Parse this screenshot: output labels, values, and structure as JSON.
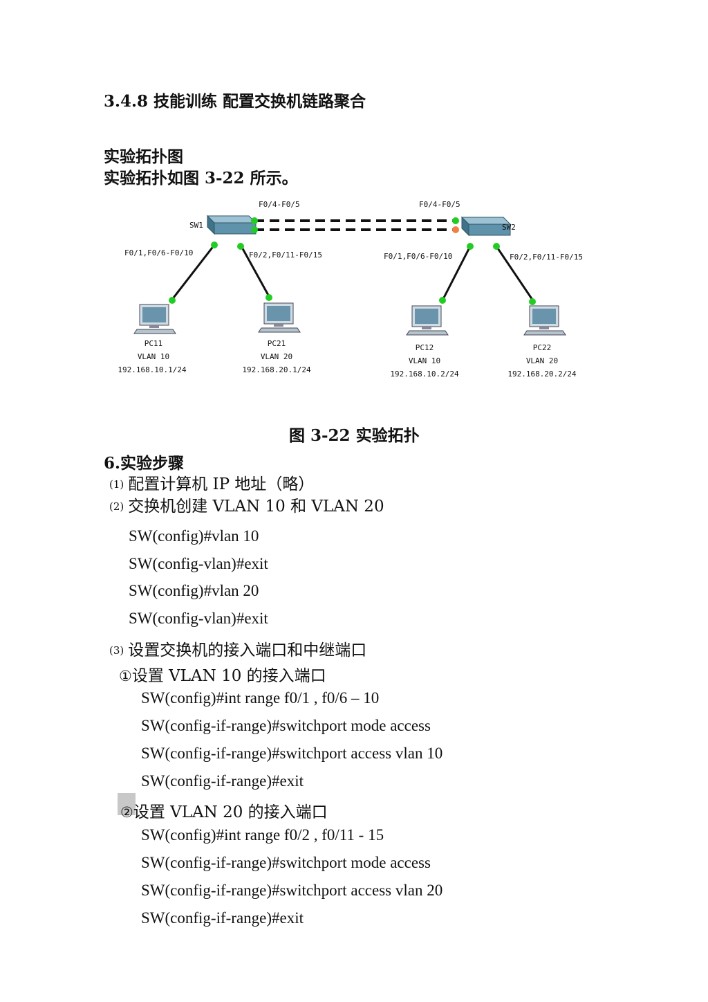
{
  "section_title": "3.4.8 技能训练 配置交换机链路聚合",
  "topology_heading": "实验拓扑图",
  "topology_intro": "实验拓扑如图 3-22 所示。",
  "diagram": {
    "sw1": {
      "name": "SW1",
      "trunk_ports": "F0/4-F0/5",
      "left_ports": "F0/1,F0/6-F0/10",
      "right_ports": "F0/2,F0/11-F0/15"
    },
    "sw2": {
      "name": "SW2",
      "trunk_ports": "F0/4-F0/5",
      "left_ports": "F0/1,F0/6-F0/10",
      "right_ports": "F0/2,F0/11-F0/15"
    },
    "pcs": [
      {
        "name": "PC11",
        "vlan": "VLAN 10",
        "ip": "192.168.10.1/24"
      },
      {
        "name": "PC21",
        "vlan": "VLAN 20",
        "ip": "192.168.20.1/24"
      },
      {
        "name": "PC12",
        "vlan": "VLAN 10",
        "ip": "192.168.10.2/24"
      },
      {
        "name": "PC22",
        "vlan": "VLAN 20",
        "ip": "192.168.20.2/24"
      }
    ],
    "colors": {
      "link_up": "#22cc22",
      "link_blocked": "#f08040",
      "switch": "#6fa0b8",
      "cable": "#111111"
    }
  },
  "figure_caption": "图 3-22 实验拓扑",
  "steps_heading": "6.实验步骤",
  "steps": [
    {
      "num": "(1)",
      "text": "配置计算机 IP 地址（略）"
    },
    {
      "num": "(2)",
      "text": "交换机创建 VLAN 10 和 VLAN 20"
    },
    {
      "num": "(3)",
      "text": "设置交换机的接入端口和中继端口"
    }
  ],
  "vlan_commands": [
    "SW(config)#vlan 10",
    "SW(config-vlan)#exit",
    "SW(config)#vlan 20",
    "SW(config-vlan)#exit"
  ],
  "sub1": {
    "marker": "①",
    "text": "设置 VLAN 10 的接入端口"
  },
  "sub1_commands": [
    "SW(config)#int range f0/1 , f0/6 – 10",
    "SW(config-if-range)#switchport mode access",
    "SW(config-if-range)#switchport access vlan 10",
    "SW(config-if-range)#exit"
  ],
  "sub2": {
    "marker": "②",
    "text": "设置 VLAN 20 的接入端口"
  },
  "sub2_commands": [
    "SW(config)#int range f0/2 , f0/11 - 15",
    "SW(config-if-range)#switchport mode access",
    "SW(config-if-range)#switchport access vlan 20",
    "SW(config-if-range)#exit"
  ]
}
